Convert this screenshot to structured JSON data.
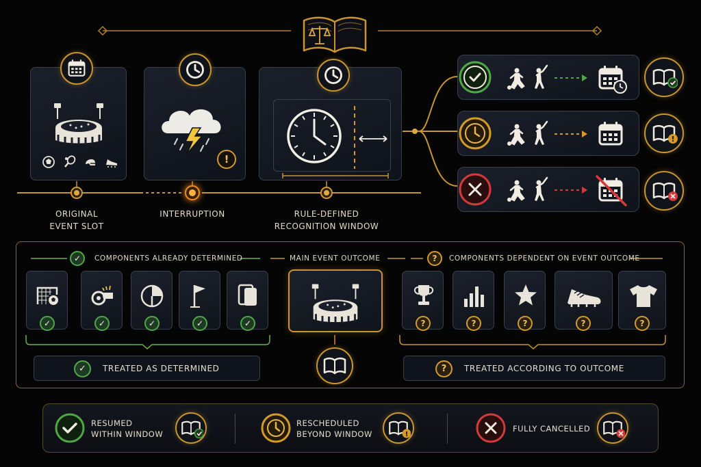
{
  "colors": {
    "gold": "#c8952e",
    "green": "#4ea846",
    "amber": "#d49a2a",
    "red": "#d23b3b",
    "bg": "#050505"
  },
  "top_icon": "rulebook-scales-icon",
  "timeline": {
    "steps": [
      {
        "label": "ORIGINAL\nEVENT SLOT",
        "icon": "calendar-icon"
      },
      {
        "label": "INTERRUPTION",
        "icon": "clock-icon"
      },
      {
        "label": "RULE-DEFINED\nRECOGNITION WINDOW",
        "icon": "clock-icon"
      }
    ]
  },
  "outcomes": [
    {
      "status": "resumed",
      "status_icon": "check-icon",
      "end_icon": "calendar-clock-icon",
      "rule_icon": "book-check-icon"
    },
    {
      "status": "rescheduled",
      "status_icon": "clock-icon",
      "end_icon": "calendar-icon",
      "rule_icon": "book-warning-icon"
    },
    {
      "status": "cancelled",
      "status_icon": "x-icon",
      "end_icon": "calendar-crossed-icon",
      "rule_icon": "book-x-icon"
    }
  ],
  "components": {
    "determined_header": "COMPONENTS ALREADY DETERMINED",
    "main_header": "MAIN EVENT OUTCOME",
    "dependent_header": "COMPONENTS DEPENDENT ON EVENT OUTCOME",
    "determined_icons": [
      "goal-ball-icon",
      "whistle-icon",
      "pie-icon",
      "corner-flag-icon",
      "card-icon"
    ],
    "dependent_icons": [
      "trophy-icon",
      "bar-chart-icon",
      "star-icon",
      "boot-icon",
      "jersey-icon"
    ],
    "determined_footer": "TREATED AS DETERMINED",
    "dependent_footer": "TREATED ACCORDING TO OUTCOME",
    "badge_check": "✓",
    "badge_question": "?"
  },
  "legend": [
    {
      "label": "RESUMED\nWITHIN WINDOW",
      "icon": "check-icon"
    },
    {
      "label": "RESCHEDULED\nBEYOND WINDOW",
      "icon": "clock-icon"
    },
    {
      "label": "FULLY CANCELLED",
      "icon": "x-icon"
    }
  ]
}
